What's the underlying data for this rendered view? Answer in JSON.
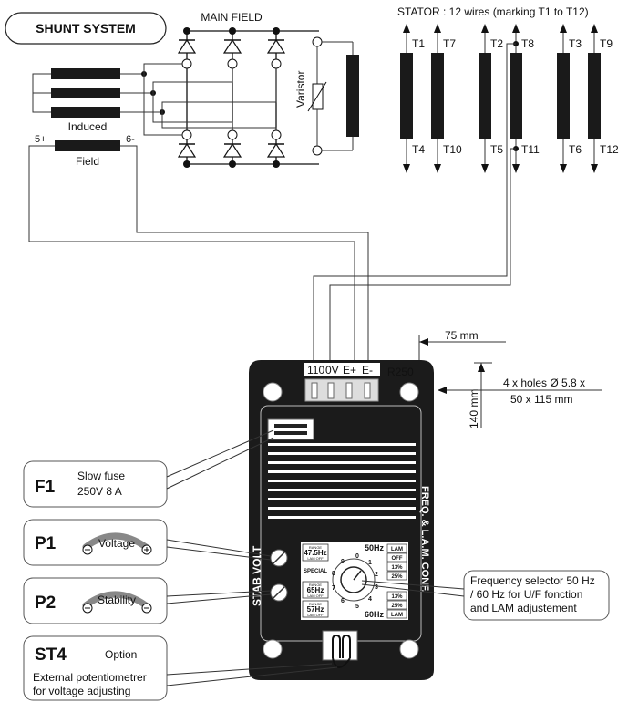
{
  "header": {
    "system_label": "SHUNT SYSTEM",
    "main_field_label": "MAIN FIELD",
    "stator_label": "STATOR : 12 wires (marking T1 to T12)"
  },
  "exciter": {
    "induced_label": "Induced",
    "field_label": "Field",
    "field_plus": "5+",
    "field_minus": "6-",
    "varistor_label": "Varistor"
  },
  "stator": {
    "top_terminals": [
      "T1",
      "T7",
      "T2",
      "T8",
      "T3",
      "T9"
    ],
    "bottom_terminals": [
      "T4",
      "T10",
      "T5",
      "T11",
      "T6",
      "T12"
    ]
  },
  "regulator": {
    "model": "R250",
    "terminal_labels": [
      "110",
      "0V",
      "E+",
      "E-"
    ],
    "vertical_right_label": "FREQ. & L.A.M. CONF.",
    "vertical_left_label": "STAB  VOLT",
    "freq_top": "50Hz",
    "freq_bottom": "60Hz",
    "lam_labels": [
      "LAM",
      "OFF",
      "13%",
      "25%",
      "13%",
      "25%",
      "LAM"
    ],
    "dial_numbers": [
      "0",
      "1",
      "2",
      "3",
      "4",
      "5",
      "6",
      "7",
      "8",
      "9"
    ],
    "preset_1": {
      "small": "RANGE",
      "value": "47.5Hz",
      "tag": "LAM OFF"
    },
    "preset_2": {
      "value": "SPECIAL"
    },
    "preset_3": {
      "small": "RANGE",
      "value": "65Hz",
      "tag": "LAM OFF"
    },
    "preset_4": {
      "small": "RANGE",
      "value": "57Hz",
      "tag": "LAM OFF"
    }
  },
  "dimensions": {
    "width": "75 mm",
    "height": "140 mm",
    "holes": "4 x holes Ø 5.8 x",
    "holes_spacing": "50 x 115 mm"
  },
  "callouts": {
    "f1": {
      "code": "F1",
      "line1": "Slow fuse",
      "line2": "250V 8 A"
    },
    "p1": {
      "code": "P1",
      "label": "Voltage"
    },
    "p2": {
      "code": "P2",
      "label": "Stability"
    },
    "st4": {
      "code": "ST4",
      "option": "Option",
      "line1": "External potentiometrer",
      "line2": "for voltage adjusting"
    },
    "freq": {
      "line1": "Frequency selector 50 Hz",
      "line2": "/ 60 Hz for U/F fonction",
      "line3": "and LAM adjustement"
    }
  }
}
